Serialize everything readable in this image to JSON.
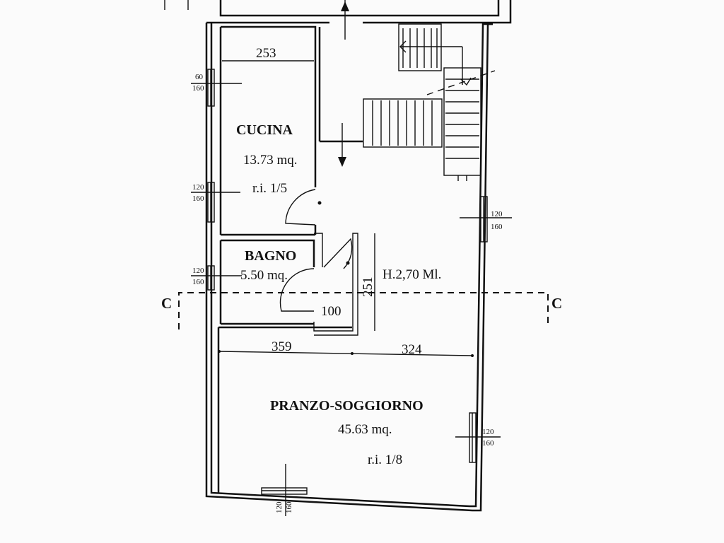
{
  "rooms": {
    "cucina": {
      "name": "CUCINA",
      "area": "13.73 mq.",
      "ri": "r.i. 1/5"
    },
    "bagno": {
      "name": "BAGNO",
      "area": "5.50 mq."
    },
    "pranzo": {
      "name": "PRANZO-SOGGIORNO",
      "area": "45.63 mq.",
      "ri": "r.i. 1/8"
    }
  },
  "corridor": {
    "height": "H.2,70 Ml."
  },
  "dimensions": {
    "kitchen_width": "253",
    "corridor_length": "251",
    "bath_door": "100",
    "living_left": "359",
    "living_right": "324"
  },
  "windows": {
    "w1": {
      "width": "60",
      "height": "160"
    },
    "w2": {
      "width": "120",
      "height": "160"
    },
    "w3": {
      "width": "120",
      "height": "160"
    },
    "w4": {
      "width": "120",
      "height": "160"
    },
    "w5": {
      "width": "120",
      "height": "160"
    },
    "w6": {
      "width": "120",
      "height": "160"
    }
  },
  "section": {
    "left": "C",
    "right": "C"
  }
}
